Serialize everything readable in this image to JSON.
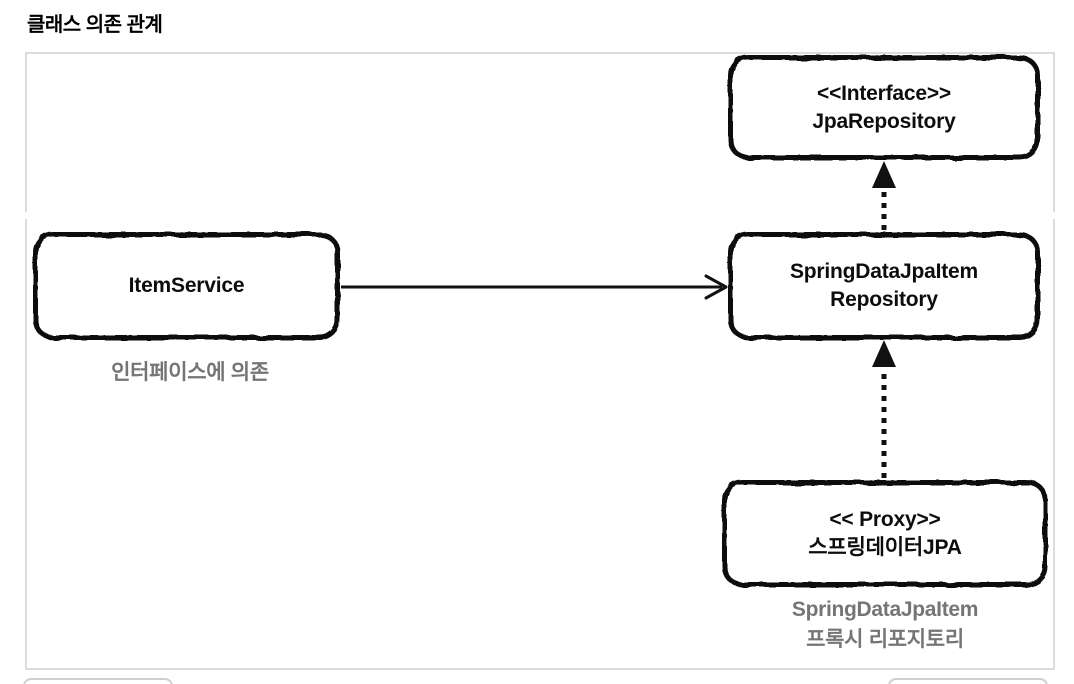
{
  "page": {
    "title": "클래스 의존 관계"
  },
  "diagram": {
    "nodes": {
      "jpa_repository": {
        "line1": "<<Interface>>",
        "line2": "JpaRepository"
      },
      "item_service": {
        "line1": "ItemService",
        "line2": ""
      },
      "spring_data_jpa_item_repository": {
        "line1": "SpringDataJpaItem",
        "line2": "Repository"
      },
      "proxy": {
        "line1": "<< Proxy>>",
        "line2": "스프링데이터JPA"
      }
    },
    "captions": {
      "item_service": "인터페이스에 의존",
      "proxy_line1": "SpringDataJpaItem",
      "proxy_line2": "프록시 리포지토리"
    },
    "edges": {
      "item_service_to_repository": "solid-arrow",
      "repository_to_jpa_repository": "dashed-implements-arrow",
      "proxy_to_repository": "dashed-implements-arrow"
    },
    "colors": {
      "box_border": "#111111",
      "box_text": "#0d0d0d",
      "caption_text": "#757575",
      "frame_border": "#dcdcdc",
      "background": "#ffffff"
    }
  }
}
